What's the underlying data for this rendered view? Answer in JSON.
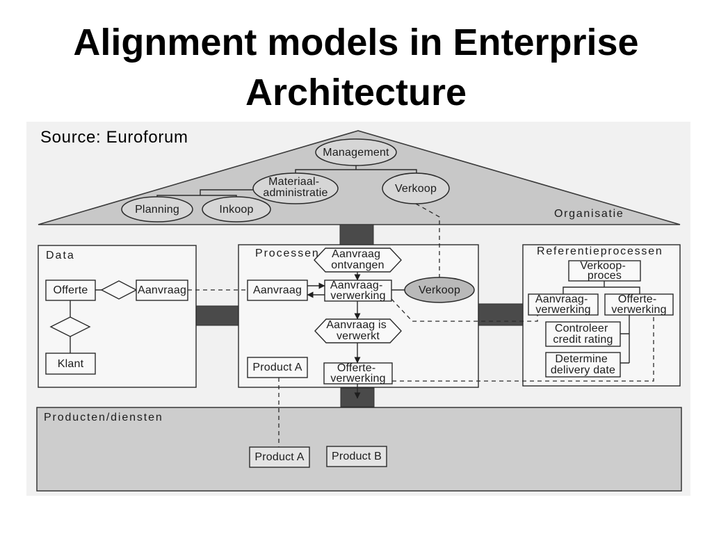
{
  "slide": {
    "title_line1": "Alignment models in Enterprise",
    "title_line2": "Architecture"
  },
  "diagram": {
    "source": "Source: Euroforum",
    "organisatie": {
      "label": "Organisatie",
      "management": "Management",
      "materiaal": [
        "Materiaal-",
        "administratie"
      ],
      "verkoop": "Verkoop",
      "planning": "Planning",
      "inkoop": "Inkoop"
    },
    "data": {
      "label": "Data",
      "offerte": "Offerte",
      "aanvraag": "Aanvraag",
      "klant": "Klant"
    },
    "processen": {
      "label": "Processen",
      "aanvraag_ontvangen": [
        "Aanvraag",
        "ontvangen"
      ],
      "aanvraag": "Aanvraag",
      "aanvraag_verwerking": [
        "Aanvraag-",
        "verwerking"
      ],
      "verkoop": "Verkoop",
      "aanvraag_is_verwerkt": [
        "Aanvraag is",
        "verwerkt"
      ],
      "product_a": "Product A",
      "offerte_verwerking": [
        "Offerte-",
        "verwerking"
      ]
    },
    "referentieprocessen": {
      "label": "Referentieprocessen",
      "verkoop_proces": [
        "Verkoop-",
        "proces"
      ],
      "aanvraag_verwerking": [
        "Aanvraag-",
        "verwerking"
      ],
      "offerte_verwerking": [
        "Offerte-",
        "verwerking"
      ],
      "controleer": [
        "Controleer",
        "credit rating"
      ],
      "determine": [
        "Determine",
        "delivery date"
      ]
    },
    "producten": {
      "label": "Producten/diensten",
      "product_a": "Product A",
      "product_b": "Product B"
    }
  }
}
